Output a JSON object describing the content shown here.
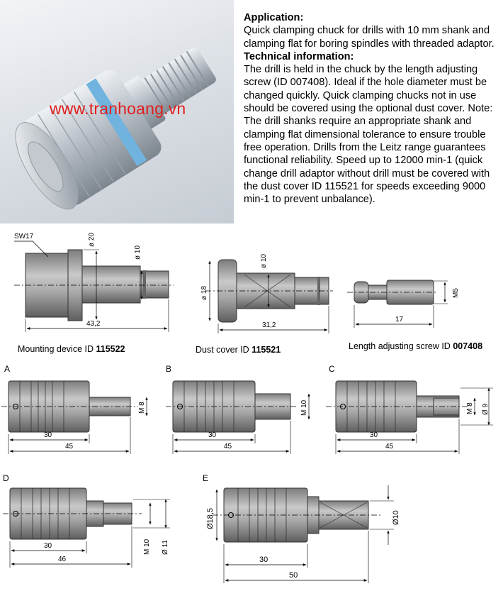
{
  "application": {
    "heading": "Application:",
    "body": "Quick clamping chuck for drills with 10 mm shank and clamping flat for boring spindles with threaded adaptor."
  },
  "technical": {
    "heading": "Technical information:",
    "body": "The drill is held in the chuck by the length adjusting screw (ID 007408). Ideal if the hole diameter must be changed quickly. Quick clamping chucks not in use should be covered using the optional dust cover. Note: The drill shanks require an appropriate shank and clamping flat dimensional tolerance to ensure trouble free operation. Drills from the Leitz range guarantees functional reliability. Speed up to 12000 min-1 (quick change drill adaptor without drill must be covered with the dust cover ID 115521 for speeds exceeding 9000 min-1 to prevent unbalance)."
  },
  "watermark": "www.tranhoang.vn",
  "mounting": {
    "sw": "SW17",
    "d20": "ø 20",
    "d10": "ø 10",
    "len": "43,2",
    "caption_prefix": "Mounting device ID ",
    "caption_id": "115522"
  },
  "dust": {
    "d18": "ø 18",
    "d10": "ø 10",
    "len": "31,2",
    "caption_prefix": "Dust cover ID ",
    "caption_id": "115521"
  },
  "screw": {
    "m5": "M5",
    "len": "17",
    "caption_prefix": "Length adjusting screw ID ",
    "caption_id": "007408"
  },
  "variants": {
    "A": {
      "letter": "A",
      "l1": "30",
      "l2": "45",
      "thread": "M 8"
    },
    "B": {
      "letter": "B",
      "l1": "30",
      "l2": "45",
      "thread": "M 10"
    },
    "C": {
      "letter": "C",
      "l1": "30",
      "l2": "45",
      "thread": "M 8",
      "dia": "Ø 9"
    },
    "D": {
      "letter": "D",
      "l1": "30",
      "l2": "46",
      "thread": "M 10",
      "dia": "Ø 11"
    },
    "E": {
      "letter": "E",
      "l1": "30",
      "l2": "50",
      "dia1": "Ø18,5",
      "dia2": "Ø10"
    }
  }
}
